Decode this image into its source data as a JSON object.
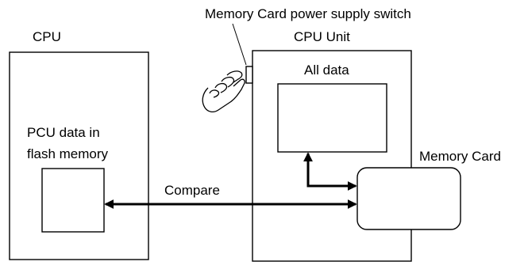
{
  "labels": {
    "cpu": "CPU",
    "switch": "Memory Card power supply switch",
    "cpu_unit": "CPU Unit",
    "all_data": "All data",
    "pcu_line1": "PCU data in",
    "pcu_line2": "flash memory",
    "memory_card": "Memory Card",
    "compare": "Compare"
  },
  "icons": {
    "hand": "pointing-hand-icon"
  }
}
